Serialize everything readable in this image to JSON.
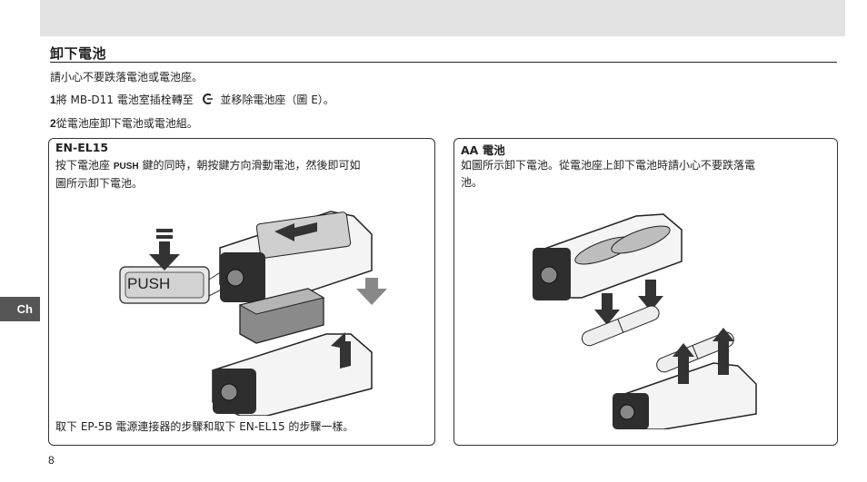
{
  "section_title": "卸下電池",
  "intro": "請小心不要跌落電池或電池座。",
  "steps": [
    {
      "num": "1",
      "text_before": "將 MB-D11 電池室插栓轉至",
      "text_after": "並移除電池座（圖 E）。"
    },
    {
      "num": "2",
      "text": "從電池座卸下電池或電池組。"
    }
  ],
  "side_tab": "Ch",
  "left_box": {
    "title": "EN-EL15",
    "text_part1": "按下電池座",
    "push_word": "PUSH",
    "text_part2": "鍵的同時，朝按鍵方向滑動電池，然後即可如",
    "text_line2": "圖所示卸下電池。",
    "push_label": "PUSH",
    "footer": "取下 EP-5B 電源連接器的步驟和取下 EN-EL15 的步驟一樣。"
  },
  "right_box": {
    "title": "AA 電池",
    "text_line1": "如圖所示卸下電池。從電池座上卸下電池時請小心不要跌落電",
    "text_line2": "池。"
  },
  "page_number": "8",
  "icons": [
    "latch-c-icon"
  ]
}
